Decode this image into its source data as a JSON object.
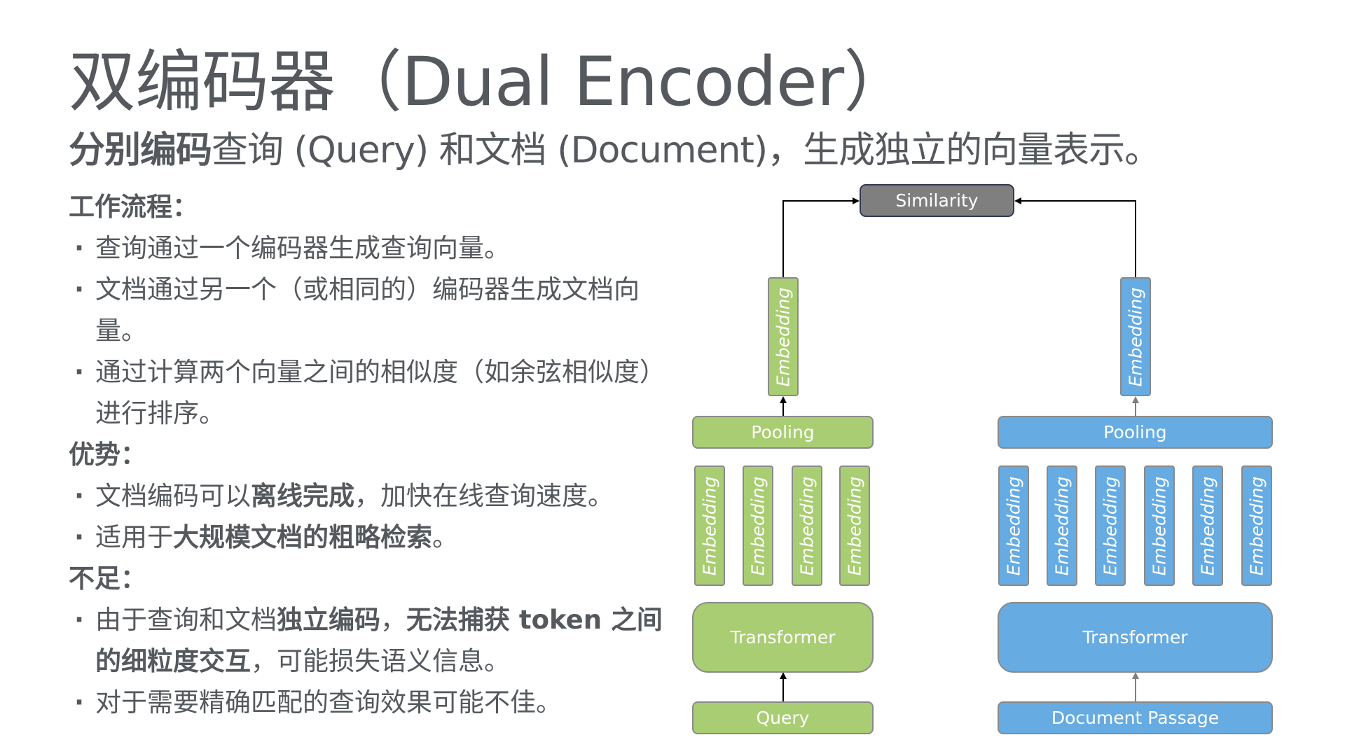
{
  "title": "双编码器（Dual Encoder）",
  "subtitle": {
    "bold": "分别编码",
    "rest": "查询 (Query) 和文档 (Document)，生成独立的向量表示。"
  },
  "sections": [
    {
      "heading": "工作流程：",
      "items": [
        [
          {
            "t": "查询通过一个编码器生成查询向量。",
            "b": false
          }
        ],
        [
          {
            "t": "文档通过另一个（或相同的）编码器生成文档向量。",
            "b": false
          }
        ],
        [
          {
            "t": "通过计算两个向量之间的相似度（如余弦相似度）进行排序。",
            "b": false
          }
        ]
      ]
    },
    {
      "heading": "优势：",
      "items": [
        [
          {
            "t": "文档编码可以",
            "b": false
          },
          {
            "t": "离线完成",
            "b": true
          },
          {
            "t": "，加快在线查询速度。",
            "b": false
          }
        ],
        [
          {
            "t": "适用于",
            "b": false
          },
          {
            "t": "大规模文档的粗略检索",
            "b": true
          },
          {
            "t": "。",
            "b": false
          }
        ]
      ]
    },
    {
      "heading": "不足：",
      "items": [
        [
          {
            "t": "由于查询和文档",
            "b": false
          },
          {
            "t": "独立编码",
            "b": true
          },
          {
            "t": "，",
            "b": false
          },
          {
            "t": "无法捕获 token 之间的细粒度交互",
            "b": true
          },
          {
            "t": "，可能损失语义信息。",
            "b": false
          }
        ],
        [
          {
            "t": "对于需要精确匹配的查询效果可能不佳。",
            "b": false
          }
        ]
      ]
    }
  ],
  "diagram": {
    "similarity": "Similarity",
    "query_side": {
      "color": "#a9cd72",
      "output_embedding": "Embedding",
      "pooling": "Pooling",
      "token_embeddings": [
        "Embedding",
        "Embedding",
        "Embedding",
        "Embedding"
      ],
      "encoder": "Transformer",
      "input": "Query"
    },
    "document_side": {
      "color": "#66abe2",
      "output_embedding": "Embedding",
      "pooling": "Pooling",
      "token_embeddings": [
        "Embedding",
        "Embedding",
        "Embedding",
        "Embedding",
        "Embedding",
        "Embedding"
      ],
      "encoder": "Transformer",
      "input": "Document Passage"
    },
    "similarity_color": "#7f7f7f"
  }
}
